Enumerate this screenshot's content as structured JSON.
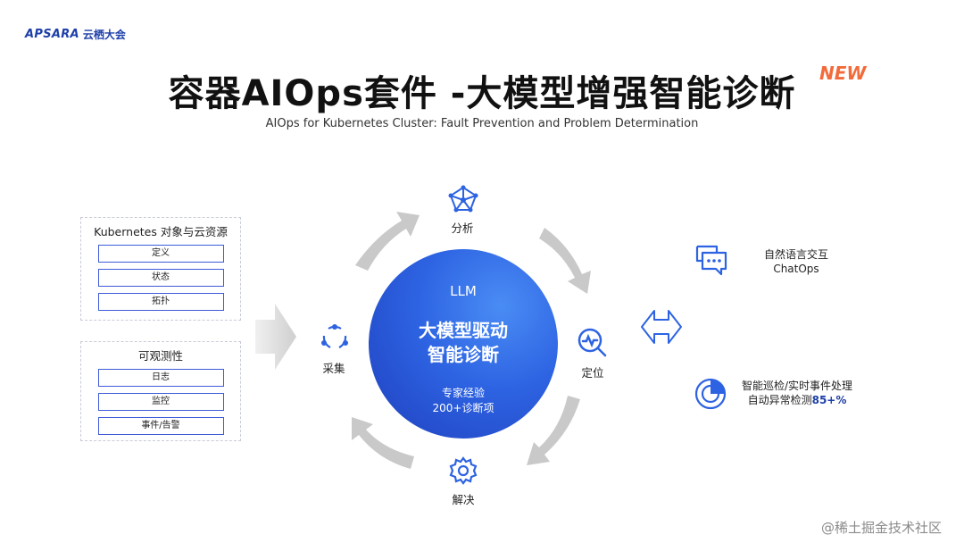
{
  "logo": {
    "brand": "APSARA",
    "cn": "云栖大会"
  },
  "title": {
    "main": "容器AIOps套件 -大模型增强智能诊断",
    "badge": "NEW"
  },
  "subtitle": "AIOps for Kubernetes Cluster: Fault Prevention and Problem Determination",
  "left_panels": [
    {
      "title": "Kubernetes 对象与云资源",
      "items": [
        "定义",
        "状态",
        "拓扑"
      ]
    },
    {
      "title": "可观测性",
      "items": [
        "日志",
        "监控",
        "事件/告警"
      ]
    }
  ],
  "center": {
    "llm": "LLM",
    "main_line1": "大模型驱动",
    "main_line2": "智能诊断",
    "sub_line1": "专家经验",
    "sub_line2": "200+诊断项"
  },
  "nodes": {
    "analyze": "分析",
    "locate": "定位",
    "resolve": "解决",
    "collect": "采集"
  },
  "right": {
    "item1": {
      "line1": "自然语言交互",
      "line2": "ChatOps"
    },
    "item2": {
      "line1": "智能巡检/实时事件处理",
      "line2_prefix": "自动异常检测",
      "line2_highlight": "85+%"
    }
  },
  "watermark": "@稀土掘金技术社区",
  "colors": {
    "accent_blue": "#2d63e2",
    "badge_orange": "#f26b3a",
    "arrow_gray": "#c9c9c9"
  },
  "icons": [
    "network-icon",
    "search-chart-icon",
    "gear-icon",
    "cycle-icon",
    "chat-icon",
    "radar-icon",
    "double-arrow-icon",
    "right-arrow-icon"
  ]
}
